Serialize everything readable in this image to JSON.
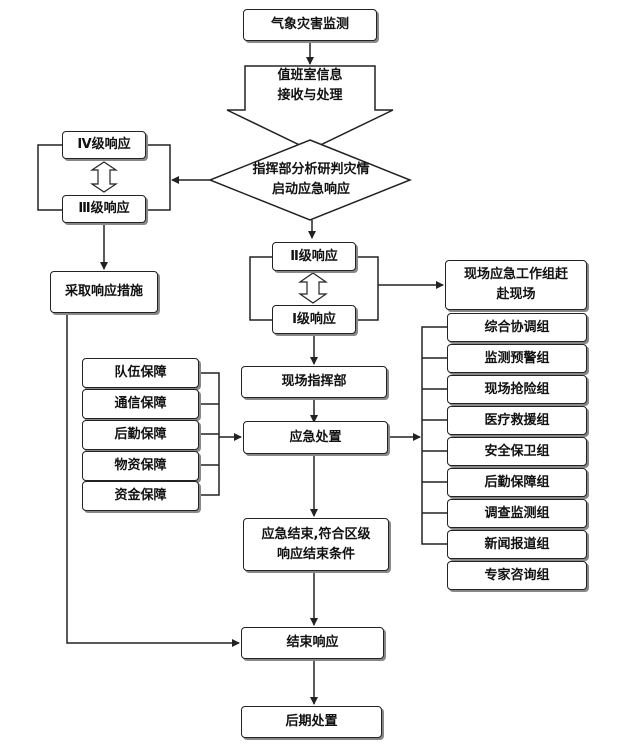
{
  "nodes": {
    "monitor": "气象灾害监测",
    "duty_line1": "值班室信息",
    "duty_line2": "接收与处理",
    "hq_line1": "指挥部分析研判灾情",
    "hq_line2": "启动应急响应",
    "level4": "Ⅳ级响应",
    "level3": "Ⅲ级响应",
    "level2": "Ⅱ级响应",
    "level1": "Ⅰ级响应",
    "measures": "采取响应措施",
    "onsite_team_line1": "现场应急工作组赶",
    "onsite_team_line2": "赴现场",
    "onsite_hq": "现场指挥部",
    "emergency": "应急处置",
    "end_cond_line1": "应急结束,符合区级",
    "end_cond_line2": "响应结束条件",
    "end_response": "结束响应",
    "aftermath": "后期处置"
  },
  "support": [
    "队伍保障",
    "通信保障",
    "后勤保障",
    "物资保障",
    "资金保障"
  ],
  "groups": [
    "综合协调组",
    "监测预警组",
    "现场抢险组",
    "医疗救援组",
    "安全保卫组",
    "后勤保障组",
    "调查监测组",
    "新闻报道组",
    "专家咨询组"
  ]
}
